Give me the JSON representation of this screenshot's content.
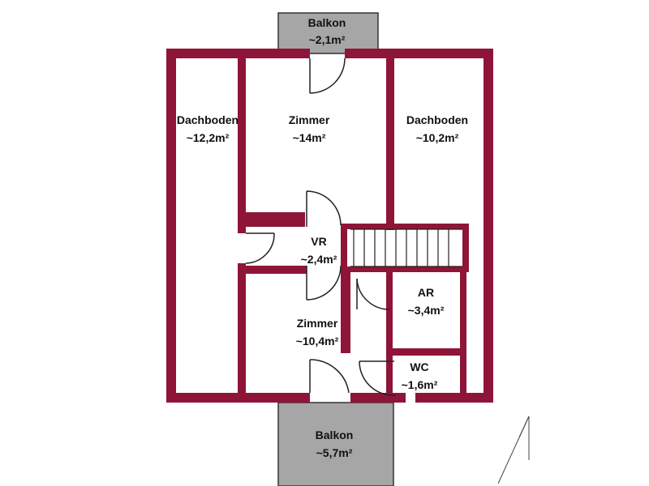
{
  "colors": {
    "wall": "#8f1538",
    "balcony": "#a6a6a6",
    "balcony_border": "#333333",
    "door": "#222222",
    "stairs": "#222222",
    "background": "#ffffff"
  },
  "rooms": {
    "balkon_top": {
      "name": "Balkon",
      "area": "~2,1m²"
    },
    "dachboden_left": {
      "name": "Dachboden",
      "area": "~12,2m²"
    },
    "zimmer_top": {
      "name": "Zimmer",
      "area": "~14m²"
    },
    "dachboden_right": {
      "name": "Dachboden",
      "area": "~10,2m²"
    },
    "vr": {
      "name": "VR",
      "area": "~2,4m²"
    },
    "ar": {
      "name": "AR",
      "area": "~3,4m²"
    },
    "zimmer_bottom": {
      "name": "Zimmer",
      "area": "~10,4m²"
    },
    "wc": {
      "name": "WC",
      "area": "~1,6m²"
    },
    "balkon_bottom": {
      "name": "Balkon",
      "area": "~5,7m²"
    }
  },
  "icons": {
    "north_arrow": "north-arrow-icon"
  }
}
